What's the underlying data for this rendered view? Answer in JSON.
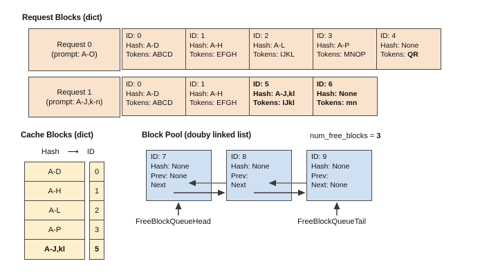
{
  "sections": {
    "request_blocks_title": "Request Blocks (dict)",
    "cache_blocks_title": "Cache Blocks (dict)",
    "block_pool_title": "Block Pool (douby linked list)"
  },
  "request_blocks": {
    "rows": [
      {
        "label_line1": "Request 0",
        "label_line2": "(prompt: A-O)",
        "bold": false,
        "cells": [
          {
            "id": "ID: 0",
            "hash": "Hash: A-D",
            "tokens_label": "Tokens: ",
            "tokens_value": "ABCD",
            "value_bold": false
          },
          {
            "id": "ID: 1",
            "hash": "Hash: A-H",
            "tokens_label": "Tokens: ",
            "tokens_value": "EFGH",
            "value_bold": false
          },
          {
            "id": "ID: 2",
            "hash": "Hash: A-L",
            "tokens_label": "Tokens: ",
            "tokens_value": "IJKL",
            "value_bold": false
          },
          {
            "id": "ID: 3",
            "hash": "Hash: A-P",
            "tokens_label": "Tokens: ",
            "tokens_value": "MNOP",
            "value_bold": false
          },
          {
            "id": "ID: 4",
            "hash": "Hash: None",
            "tokens_label": "Tokens: ",
            "tokens_value": "QR",
            "value_bold": true
          }
        ]
      },
      {
        "label_line1": "Request 1",
        "label_line2": "(prompt: A-J,k-n)",
        "bold": false,
        "cells": [
          {
            "id": "ID: 0",
            "hash": "Hash: A-D",
            "tokens_label": "Tokens: ",
            "tokens_value": "ABCD",
            "value_bold": false
          },
          {
            "id": "ID: 1",
            "hash": "Hash: A-H",
            "tokens_label": "Tokens: ",
            "tokens_value": "EFGH",
            "value_bold": false
          },
          {
            "id": "ID: 5",
            "hash": "Hash: A-J,kl",
            "tokens_label": "Tokens: ",
            "tokens_value": "IJkl",
            "value_bold": false,
            "all_bold": true
          },
          {
            "id": "ID: 6",
            "hash": "Hash: None",
            "tokens_label": "Tokens: ",
            "tokens_value": "mn",
            "value_bold": false,
            "all_bold": true
          }
        ]
      }
    ]
  },
  "cache_blocks": {
    "hash_header": "Hash",
    "id_header": "ID",
    "arrow_glyph": "⟶",
    "rows": [
      {
        "hash": "A-D",
        "id": "0",
        "bold": false
      },
      {
        "hash": "A-H",
        "id": "1",
        "bold": false
      },
      {
        "hash": "A-L",
        "id": "2",
        "bold": false
      },
      {
        "hash": "A-P",
        "id": "3",
        "bold": false
      },
      {
        "hash": "A-J,kl",
        "id": "5",
        "bold": true
      }
    ]
  },
  "block_pool": {
    "num_free_blocks_label": "num_free_blocks = ",
    "num_free_blocks_value": "3",
    "nodes": [
      {
        "id": "ID: 7",
        "hash": "Hash: None",
        "prev": "Prev: None",
        "next": "Next"
      },
      {
        "id": "ID: 8",
        "hash": "Hash: None",
        "prev": "Prev:",
        "next": "Next"
      },
      {
        "id": "ID: 9",
        "hash": "Hash: None",
        "prev": "Prev:",
        "next": "Next: None"
      }
    ],
    "head_label": "FreeBlockQueueHead",
    "tail_label": "FreeBlockQueueTail"
  },
  "colors": {
    "request_fill": "#fae3cd",
    "cache_fill": "#fcf0cd",
    "pool_fill": "#cfe0f3",
    "border": "#4a4a4a",
    "background": "#ffffff"
  }
}
